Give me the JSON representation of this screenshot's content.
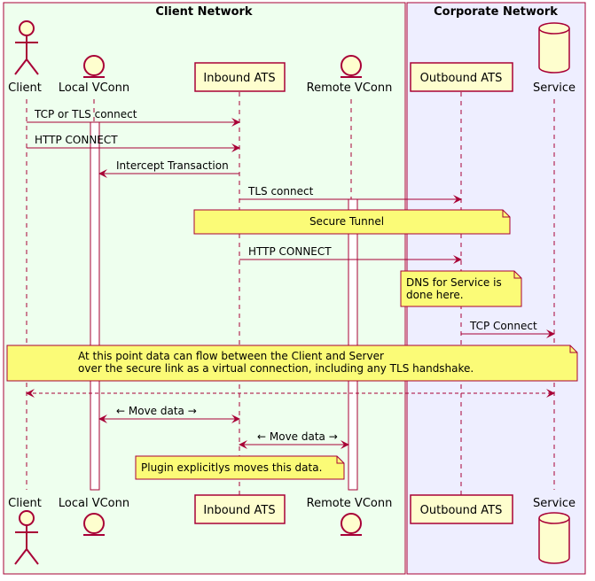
{
  "colors": {
    "client_box_fill": "#EEFFEE",
    "corporate_box_fill": "#EEEEFF",
    "box_border": "#A80036",
    "participant_fill": "#FEFECE",
    "note_fill": "#FBFB77",
    "arrow": "#A80036"
  },
  "boxes": {
    "client": "Client Network",
    "corporate": "Corporate Network"
  },
  "participants": {
    "client": {
      "label": "Client",
      "icon": "actor-icon"
    },
    "local_vconn": {
      "label": "Local VConn",
      "icon": "entity-icon"
    },
    "inbound_ats": {
      "label": "Inbound ATS",
      "icon": "participant-box"
    },
    "remote_vconn": {
      "label": "Remote VConn",
      "icon": "entity-icon"
    },
    "outbound_ats": {
      "label": "Outbound ATS",
      "icon": "participant-box"
    },
    "service": {
      "label": "Service",
      "icon": "database-icon"
    }
  },
  "messages": {
    "m1": "TCP or TLS connect",
    "m2": "HTTP CONNECT",
    "m3": "Intercept Transaction",
    "m4": "TLS connect",
    "m5": "HTTP CONNECT",
    "m6": "TCP Connect",
    "m7": "← Move data →",
    "m8": "← Move data →"
  },
  "notes": {
    "secure_tunnel": "Secure Tunnel",
    "dns_line1": "DNS for Service is",
    "dns_line2": "done here.",
    "data_flow_line1": "At this point data can flow between the Client and Server",
    "data_flow_line2": "over the secure link as a virtual connection, including any TLS handshake.",
    "plugin": "Plugin explicitlys moves this data."
  }
}
